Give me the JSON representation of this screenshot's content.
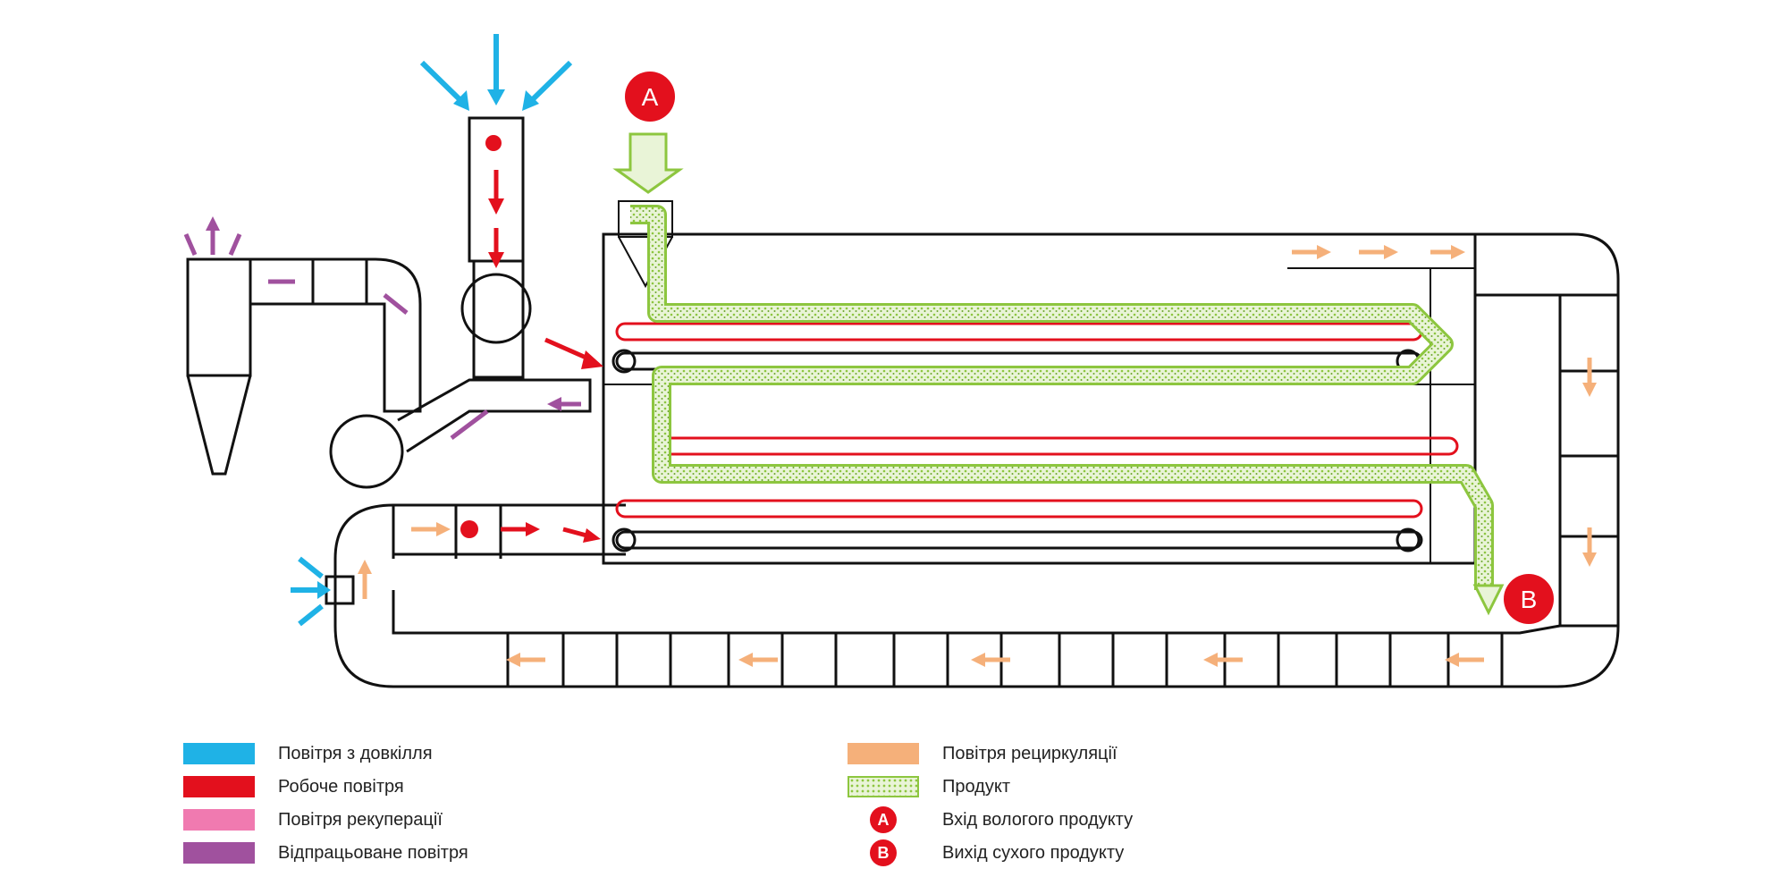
{
  "markers": {
    "a": "A",
    "b": "B"
  },
  "colors": {
    "ambient_air": "#1fb2e6",
    "working_air": "#e3101d",
    "recuperation_air": "#f07ab0",
    "exhaust_air": "#a0519e",
    "recirculation_air": "#f5b07a",
    "product": "#8dc63f"
  },
  "legend": {
    "left": [
      {
        "label": "Повітря з довкілля",
        "color": "#1fb2e6"
      },
      {
        "label": "Робоче повітря",
        "color": "#e3101d"
      },
      {
        "label": "Повітря рекуперації",
        "color": "#f07ab0"
      },
      {
        "label": "Відпрацьоване повітря",
        "color": "#a0519e"
      }
    ],
    "right": [
      {
        "label": "Повітря рециркуляції",
        "kind": "swatch",
        "color": "#f5b07a"
      },
      {
        "label": "Продукт",
        "kind": "product"
      },
      {
        "label": "Вхід вологого продукту",
        "kind": "badge",
        "badge": "A"
      },
      {
        "label": "Вихід сухого продукту",
        "kind": "badge",
        "badge": "B"
      }
    ]
  }
}
